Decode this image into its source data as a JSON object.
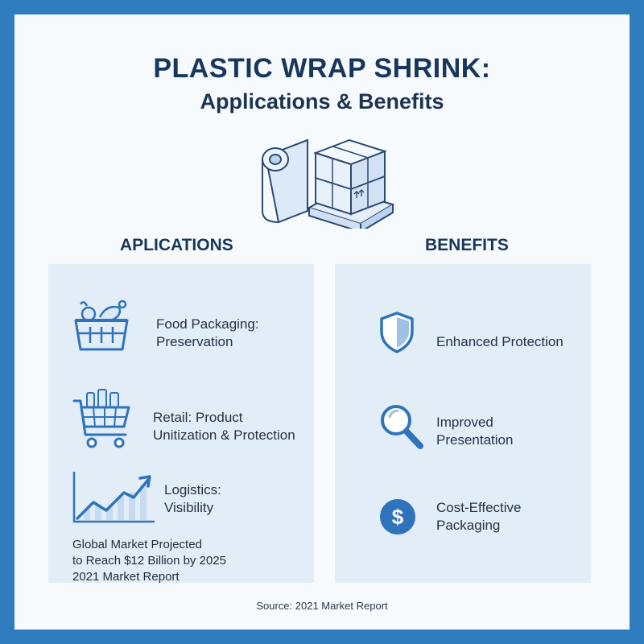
{
  "header": {
    "title": "PLASTIC WRAP SHRINK:",
    "subtitle": "Applications & Benefits"
  },
  "hero": {
    "icon": "shrink-wrapped-pallet-icon"
  },
  "applications": {
    "heading": "APLICATIONS",
    "items": [
      {
        "icon": "food-basket-icon",
        "line1": "Food Packaging:",
        "line2": "Preservation"
      },
      {
        "icon": "shopping-cart-icon",
        "line1": "Retail: Product",
        "line2": "Unitization & Protection"
      },
      {
        "icon": "growth-chart-icon",
        "line1": "Logistics:",
        "line2": "Visibility"
      }
    ],
    "market_note": {
      "line1": "Global Market Projected",
      "line2": "to Reach $12 Billion by 2025",
      "line3": "2021 Market Report"
    }
  },
  "benefits": {
    "heading": "BENEFITS",
    "items": [
      {
        "icon": "shield-icon",
        "line1": "Enhanced Protection",
        "line2": ""
      },
      {
        "icon": "magnifier-icon",
        "line1": "Improved",
        "line2": "Presentation"
      },
      {
        "icon": "dollar-coin-icon",
        "line1": "Cost-Effective",
        "line2": "Packaging"
      }
    ]
  },
  "footer": {
    "source": "Source: 2021 Market Report"
  },
  "colors": {
    "frame": "#2f7cbf",
    "panel": "#e3edf8",
    "accent": "#2f74bb",
    "title": "#17375e"
  }
}
